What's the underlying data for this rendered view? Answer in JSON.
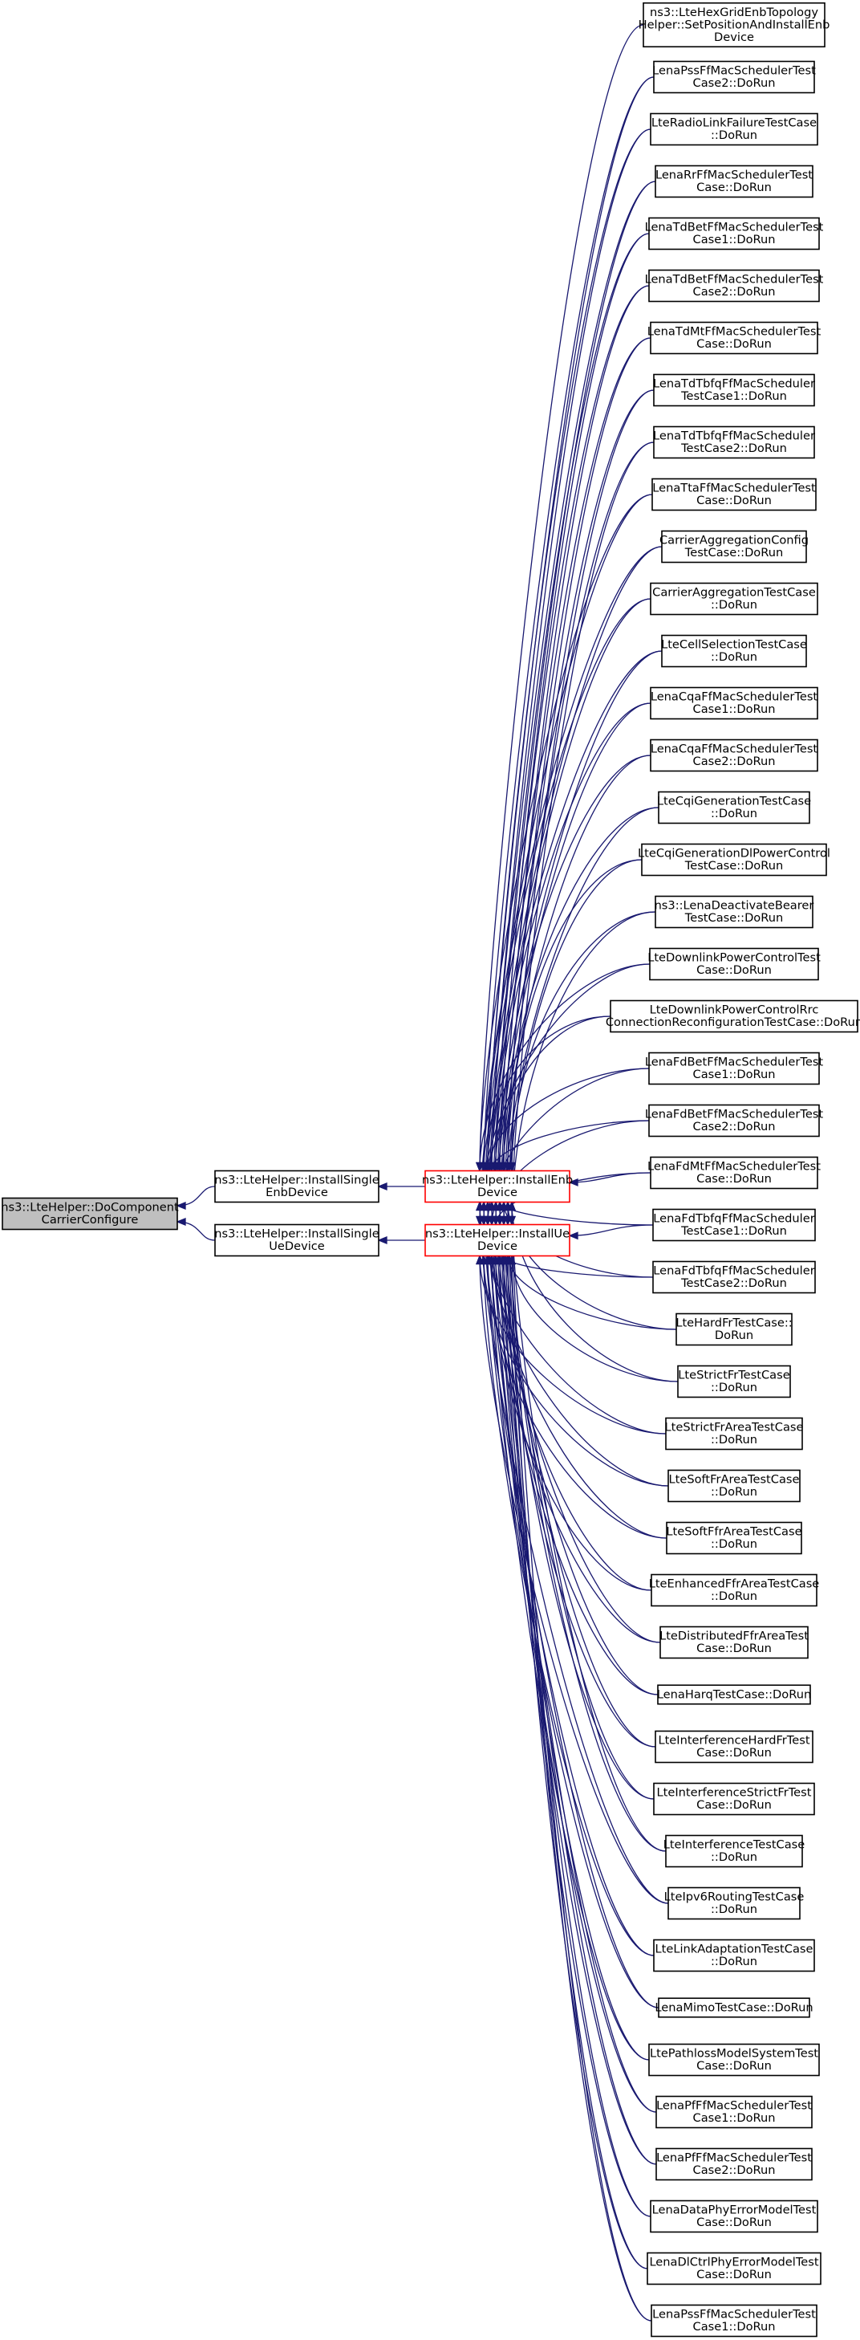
{
  "graph": {
    "focus_node": [
      "ns3::LteHelper::DoComponent",
      "CarrierConfigure"
    ],
    "direct_callers": [
      {
        "id": "enb_single",
        "lines": [
          "ns3::LteHelper::InstallSingle",
          "EnbDevice"
        ]
      },
      {
        "id": "ue_single",
        "lines": [
          "ns3::LteHelper::InstallSingle",
          "UeDevice"
        ]
      }
    ],
    "mid_callers": [
      {
        "id": "enb",
        "lines": [
          "ns3::LteHelper::InstallEnb",
          "Device"
        ]
      },
      {
        "id": "ue",
        "lines": [
          "ns3::LteHelper::InstallUe",
          "Device"
        ]
      }
    ],
    "test_callers": [
      {
        "lines": [
          "ns3::LteHexGridEnbTopology",
          "Helper::SetPositionAndInstallEnb",
          "Device"
        ],
        "targets": [
          "enb"
        ]
      },
      {
        "lines": [
          "LenaPssFfMacSchedulerTest",
          "Case2::DoRun"
        ],
        "targets": [
          "enb",
          "ue"
        ]
      },
      {
        "lines": [
          "LteRadioLinkFailureTestCase",
          "::DoRun"
        ],
        "targets": [
          "enb",
          "ue"
        ]
      },
      {
        "lines": [
          "LenaRrFfMacSchedulerTest",
          "Case::DoRun"
        ],
        "targets": [
          "enb",
          "ue"
        ]
      },
      {
        "lines": [
          "LenaTdBetFfMacSchedulerTest",
          "Case1::DoRun"
        ],
        "targets": [
          "enb",
          "ue"
        ]
      },
      {
        "lines": [
          "LenaTdBetFfMacSchedulerTest",
          "Case2::DoRun"
        ],
        "targets": [
          "enb",
          "ue"
        ]
      },
      {
        "lines": [
          "LenaTdMtFfMacSchedulerTest",
          "Case::DoRun"
        ],
        "targets": [
          "enb",
          "ue"
        ]
      },
      {
        "lines": [
          "LenaTdTbfqFfMacScheduler",
          "TestCase1::DoRun"
        ],
        "targets": [
          "enb",
          "ue"
        ]
      },
      {
        "lines": [
          "LenaTdTbfqFfMacScheduler",
          "TestCase2::DoRun"
        ],
        "targets": [
          "enb",
          "ue"
        ]
      },
      {
        "lines": [
          "LenaTtaFfMacSchedulerTest",
          "Case::DoRun"
        ],
        "targets": [
          "enb",
          "ue"
        ]
      },
      {
        "lines": [
          "CarrierAggregationConfig",
          "TestCase::DoRun"
        ],
        "targets": [
          "enb",
          "ue"
        ]
      },
      {
        "lines": [
          "CarrierAggregationTestCase",
          "::DoRun"
        ],
        "targets": [
          "enb",
          "ue"
        ]
      },
      {
        "lines": [
          "LteCellSelectionTestCase",
          "::DoRun"
        ],
        "targets": [
          "enb",
          "ue"
        ]
      },
      {
        "lines": [
          "LenaCqaFfMacSchedulerTest",
          "Case1::DoRun"
        ],
        "targets": [
          "enb",
          "ue"
        ]
      },
      {
        "lines": [
          "LenaCqaFfMacSchedulerTest",
          "Case2::DoRun"
        ],
        "targets": [
          "enb",
          "ue"
        ]
      },
      {
        "lines": [
          "LteCqiGenerationTestCase",
          "::DoRun"
        ],
        "targets": [
          "enb",
          "ue"
        ]
      },
      {
        "lines": [
          "LteCqiGenerationDlPowerControl",
          "TestCase::DoRun"
        ],
        "targets": [
          "enb",
          "ue"
        ]
      },
      {
        "lines": [
          "ns3::LenaDeactivateBearer",
          "TestCase::DoRun"
        ],
        "targets": [
          "enb",
          "ue"
        ]
      },
      {
        "lines": [
          "LteDownlinkPowerControlTest",
          "Case::DoRun"
        ],
        "targets": [
          "enb",
          "ue"
        ]
      },
      {
        "lines": [
          "LteDownlinkPowerControlRrc",
          "ConnectionReconfigurationTestCase::DoRun"
        ],
        "targets": [
          "enb",
          "ue"
        ]
      },
      {
        "lines": [
          "LenaFdBetFfMacSchedulerTest",
          "Case1::DoRun"
        ],
        "targets": [
          "enb",
          "ue"
        ]
      },
      {
        "lines": [
          "LenaFdBetFfMacSchedulerTest",
          "Case2::DoRun"
        ],
        "targets": [
          "enb",
          "ue"
        ]
      },
      {
        "lines": [
          "LenaFdMtFfMacSchedulerTest",
          "Case::DoRun"
        ],
        "targets": [
          "enb",
          "ue"
        ]
      },
      {
        "lines": [
          "LenaFdTbfqFfMacScheduler",
          "TestCase1::DoRun"
        ],
        "targets": [
          "enb",
          "ue"
        ]
      },
      {
        "lines": [
          "LenaFdTbfqFfMacScheduler",
          "TestCase2::DoRun"
        ],
        "targets": [
          "enb",
          "ue"
        ]
      },
      {
        "lines": [
          "LteHardFrTestCase::",
          "DoRun"
        ],
        "targets": [
          "enb",
          "ue"
        ]
      },
      {
        "lines": [
          "LteStrictFrTestCase",
          "::DoRun"
        ],
        "targets": [
          "enb",
          "ue"
        ]
      },
      {
        "lines": [
          "LteStrictFrAreaTestCase",
          "::DoRun"
        ],
        "targets": [
          "enb",
          "ue"
        ]
      },
      {
        "lines": [
          "LteSoftFrAreaTestCase",
          "::DoRun"
        ],
        "targets": [
          "enb",
          "ue"
        ]
      },
      {
        "lines": [
          "LteSoftFfrAreaTestCase",
          "::DoRun"
        ],
        "targets": [
          "enb",
          "ue"
        ]
      },
      {
        "lines": [
          "LteEnhancedFfrAreaTestCase",
          "::DoRun"
        ],
        "targets": [
          "enb",
          "ue"
        ]
      },
      {
        "lines": [
          "LteDistributedFfrAreaTest",
          "Case::DoRun"
        ],
        "targets": [
          "enb",
          "ue"
        ]
      },
      {
        "lines": [
          "LenaHarqTestCase::DoRun"
        ],
        "targets": [
          "enb",
          "ue"
        ]
      },
      {
        "lines": [
          "LteInterferenceHardFrTest",
          "Case::DoRun"
        ],
        "targets": [
          "enb",
          "ue"
        ]
      },
      {
        "lines": [
          "LteInterferenceStrictFrTest",
          "Case::DoRun"
        ],
        "targets": [
          "enb",
          "ue"
        ]
      },
      {
        "lines": [
          "LteInterferenceTestCase",
          "::DoRun"
        ],
        "targets": [
          "enb",
          "ue"
        ]
      },
      {
        "lines": [
          "LteIpv6RoutingTestCase",
          "::DoRun"
        ],
        "targets": [
          "enb",
          "ue"
        ]
      },
      {
        "lines": [
          "LteLinkAdaptationTestCase",
          "::DoRun"
        ],
        "targets": [
          "enb",
          "ue"
        ]
      },
      {
        "lines": [
          "LenaMimoTestCase::DoRun"
        ],
        "targets": [
          "enb",
          "ue"
        ]
      },
      {
        "lines": [
          "LtePathlossModelSystemTest",
          "Case::DoRun"
        ],
        "targets": [
          "enb",
          "ue"
        ]
      },
      {
        "lines": [
          "LenaPfFfMacSchedulerTest",
          "Case1::DoRun"
        ],
        "targets": [
          "enb",
          "ue"
        ]
      },
      {
        "lines": [
          "LenaPfFfMacSchedulerTest",
          "Case2::DoRun"
        ],
        "targets": [
          "enb",
          "ue"
        ]
      },
      {
        "lines": [
          "LenaDataPhyErrorModelTest",
          "Case::DoRun"
        ],
        "targets": [
          "enb",
          "ue"
        ]
      },
      {
        "lines": [
          "LenaDlCtrlPhyErrorModelTest",
          "Case::DoRun"
        ],
        "targets": [
          "enb",
          "ue"
        ]
      },
      {
        "lines": [
          "LenaPssFfMacSchedulerTest",
          "Case1::DoRun"
        ],
        "targets": [
          "enb",
          "ue"
        ]
      }
    ],
    "colors": {
      "edge": "#191970",
      "focus_fill": "#bfbfbf",
      "highlight_border": "#ff0000",
      "normal_border": "#000000"
    }
  }
}
